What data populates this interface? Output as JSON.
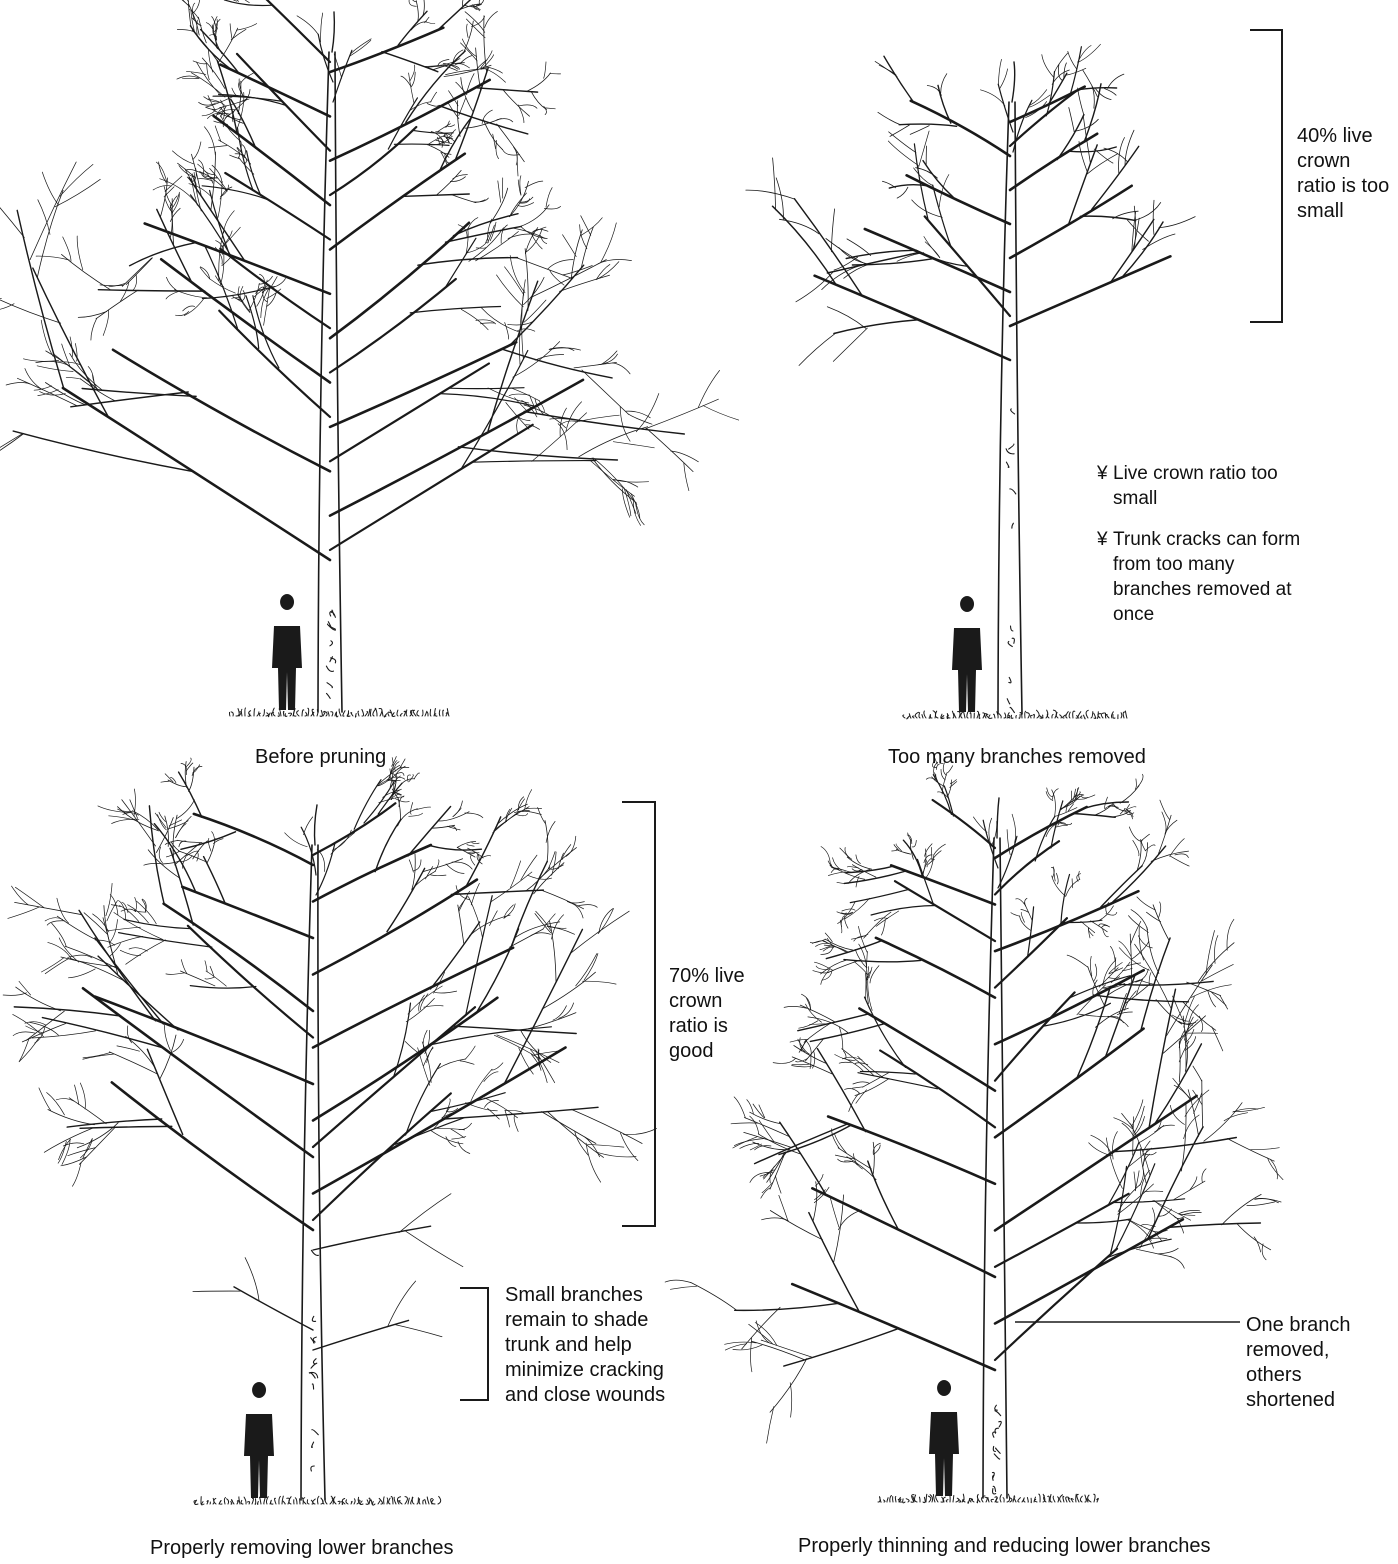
{
  "panels": [
    {
      "id": "before",
      "caption": "Before pruning"
    },
    {
      "id": "too-many",
      "caption": "Too many branches removed",
      "bracket_label": "40% live crown ratio is too small",
      "bullet_marker": "¥",
      "notes": [
        "Live crown ratio too small",
        "Trunk cracks can form from too many branches removed at once"
      ]
    },
    {
      "id": "removing",
      "caption": "Properly removing lower branches",
      "bracket_label": "70% live crown ratio is good",
      "small_bracket_label": "Small branches remain to shade trunk and help minimize cracking and close wounds"
    },
    {
      "id": "thinning",
      "caption": "Properly thinning and reducing lower branches",
      "pointer_label": "One branch removed, others shortened"
    }
  ],
  "colors": {
    "ink": "#1a1a1a",
    "paper": "#ffffff"
  }
}
